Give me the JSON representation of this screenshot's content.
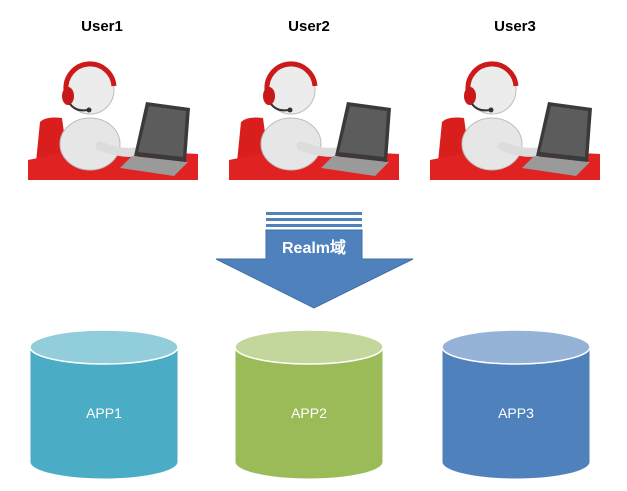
{
  "users": [
    {
      "label": "User1"
    },
    {
      "label": "User2"
    },
    {
      "label": "User3"
    }
  ],
  "realm": {
    "label": "Realm域",
    "color": "#4f81bd"
  },
  "apps": [
    {
      "label": "APP1",
      "side_color": "#4bacc6",
      "top_color": "#92cddc"
    },
    {
      "label": "APP2",
      "side_color": "#9bbb59",
      "top_color": "#c3d69b"
    },
    {
      "label": "APP3",
      "side_color": "#4f81bd",
      "top_color": "#95b3d7"
    }
  ],
  "icons": {
    "user_figure": "headset-user-at-laptop-icon"
  }
}
